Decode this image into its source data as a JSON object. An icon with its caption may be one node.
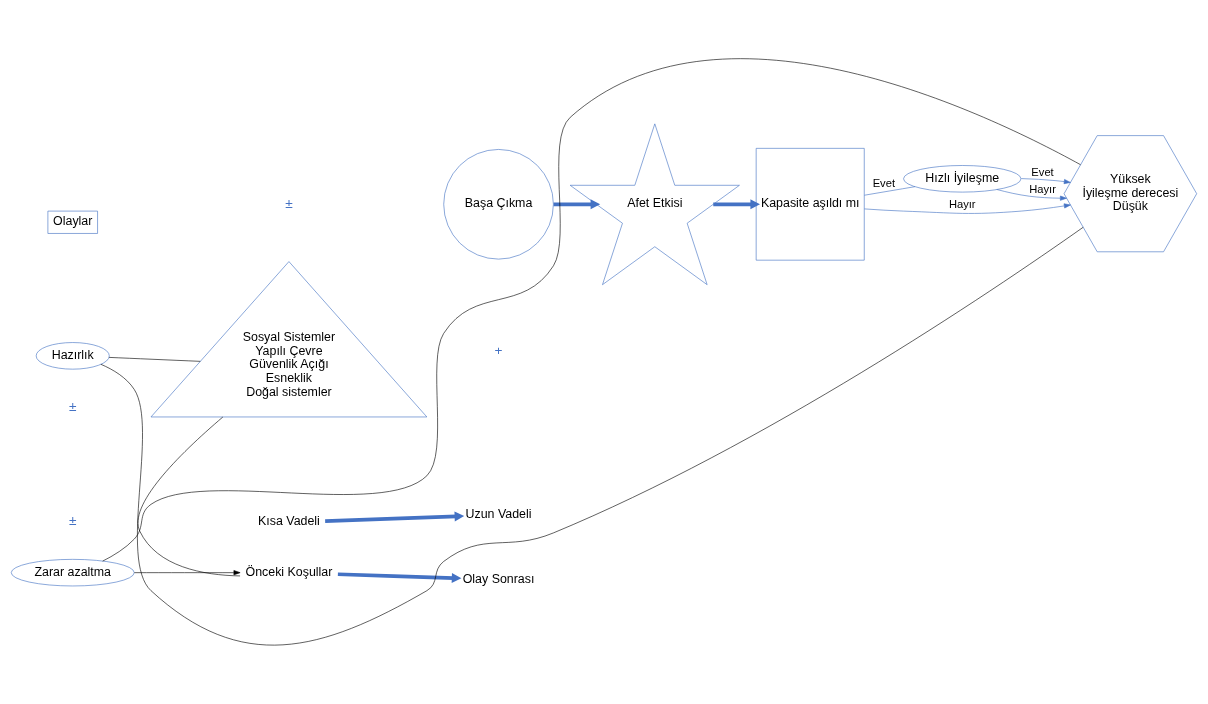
{
  "diagram": {
    "nodes": [
      {
        "text": [
          "Zarar azaltma"
        ]
      },
      {
        "text": [
          "Önceki Koşullar"
        ]
      },
      {
        "text": [
          "Olay Sonrası"
        ]
      },
      {
        "text": [
          "Sosyal Sistemler",
          "Yapılı Çevre",
          "Güvenlik Açığı",
          "Esneklik",
          "Doğal sistemler"
        ]
      },
      {
        "text": [
          "Olaylar"
        ]
      },
      {
        "text": [
          "Başa Çıkma"
        ]
      },
      {
        "text": [
          "Afet Etkisi"
        ]
      },
      {
        "text": [
          "Kapasite aşıldı mı"
        ]
      },
      {
        "text": [
          "Hızlı İyileşme"
        ]
      },
      {
        "text": [
          "Yüksek",
          "İyileşme derecesi",
          "Düşük"
        ]
      },
      {
        "text": [
          "Kısa Vadeli"
        ]
      },
      {
        "text": [
          "Uzun Vadeli"
        ]
      },
      {
        "text": [
          "Hazırlık"
        ]
      }
    ],
    "edges": [
      {
        "from": 9,
        "to": 0,
        "arrow": "none",
        "color": "#000000"
      },
      {
        "from": 0,
        "to": 1,
        "arrow": "to",
        "color": "#000000"
      },
      {
        "from": 1,
        "to": 3,
        "arrow": "none",
        "color": "#000000"
      },
      {
        "from": 3,
        "to": 12,
        "arrow": "none",
        "color": "#000000"
      },
      {
        "from": 12,
        "to": 9,
        "arrow": "none",
        "color": "#000000"
      },
      {
        "from": 1,
        "to": 2,
        "arrow": "to",
        "style": "thick"
      },
      {
        "from": 5,
        "to": 6,
        "arrow": "to",
        "style": "thick"
      },
      {
        "from": 6,
        "to": 7,
        "arrow": "to",
        "style": "thick"
      },
      {
        "from": 7,
        "to": 9,
        "arrow": "to",
        "label": "Hayır"
      },
      {
        "from": 7,
        "to": 8,
        "arrow": "none",
        "label": "Evet"
      },
      {
        "from": 8,
        "to": 9,
        "arrow": "to",
        "label": "Evet"
      },
      {
        "from": 8,
        "to": 9,
        "arrow": "to",
        "label": "Hayır"
      },
      {
        "from": 10,
        "to": 11,
        "arrow": "to",
        "style": "thick"
      }
    ],
    "labels": [
      "±",
      "+",
      "±",
      "±"
    ]
  }
}
